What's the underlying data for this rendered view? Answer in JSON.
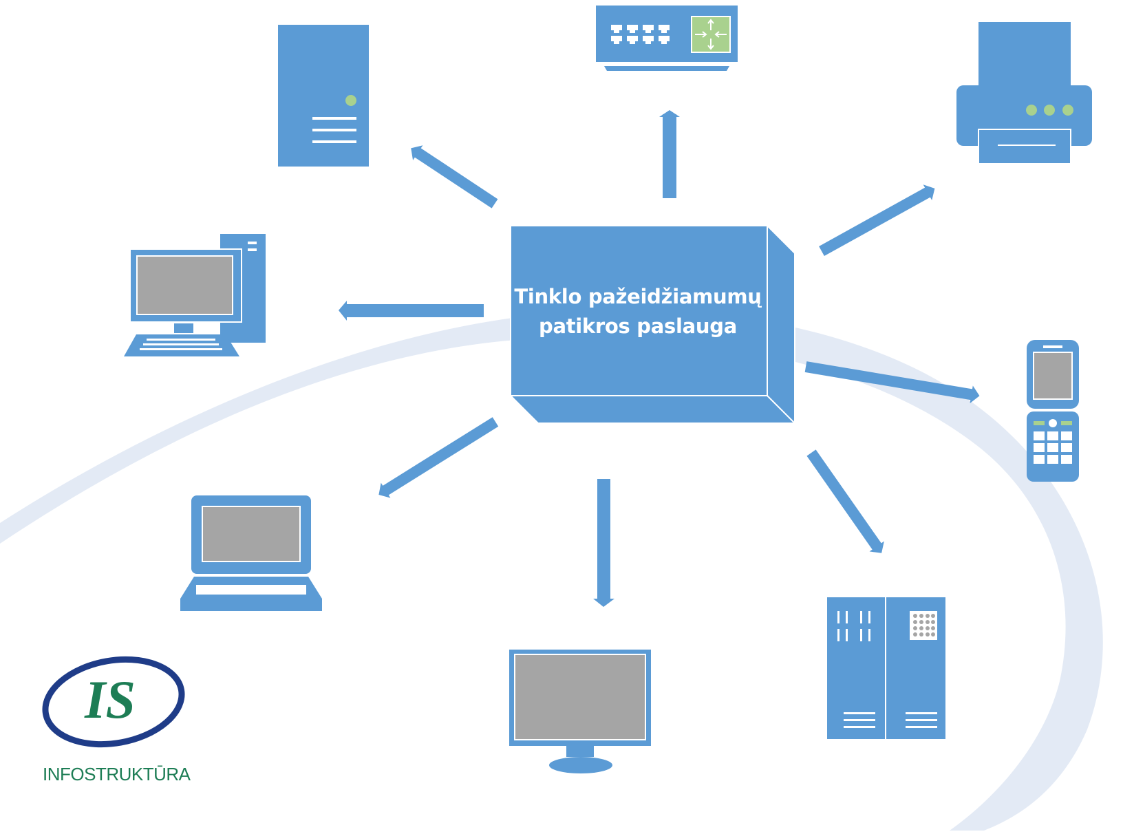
{
  "center": {
    "line1": "Tinklo pažeidžiamumų",
    "line2": "patikros paslauga"
  },
  "brand": {
    "logo_letters": "IS",
    "name": "INFOSTRUKTŪRA"
  },
  "devices": [
    "tower-server",
    "network-switch",
    "printer",
    "desktop-computer",
    "mobile-phone",
    "laptop",
    "monitor",
    "server-rack"
  ],
  "colors": {
    "device_blue": "#5b9bd5",
    "screen_gray": "#a5a5a5",
    "accent_green": "#a9d18e",
    "swoosh": "#e3eaf5",
    "logo_navy": "#1f3c88",
    "logo_green": "#1d7d55"
  }
}
